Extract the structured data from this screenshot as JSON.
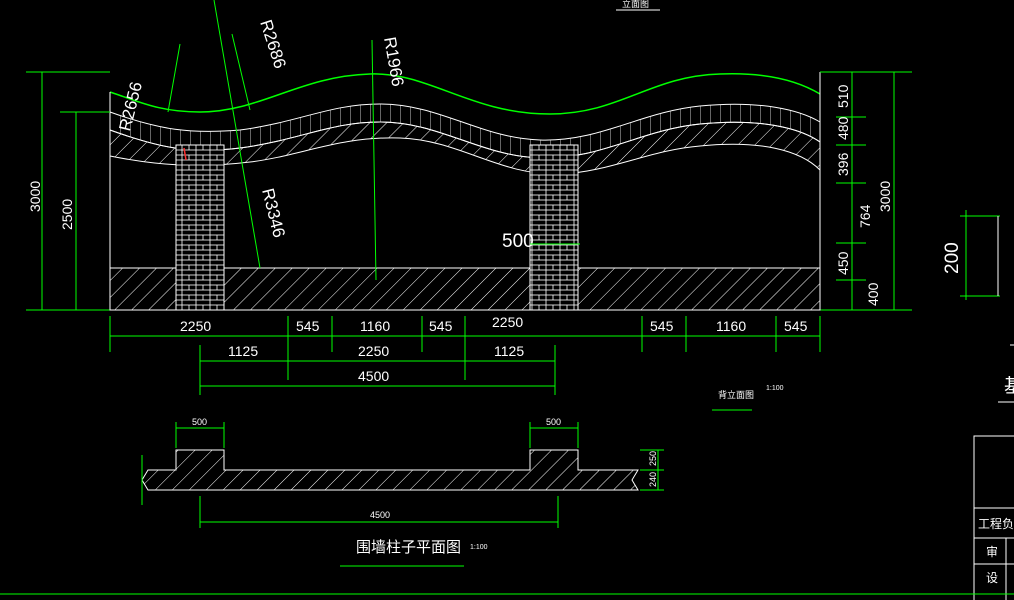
{
  "drawing": {
    "top_title": "立面图",
    "elevation": {
      "title": "背立面图",
      "scale": "1:100",
      "radii": [
        "R2656",
        "R2686",
        "R1966",
        "R3346"
      ],
      "pillar_width": "500",
      "height_left_outer": "3000",
      "height_left_inner": "2500",
      "height_right_total": "3000",
      "right_segments": [
        "510",
        "480",
        "396",
        "764",
        "450",
        "400"
      ],
      "dims_row1": [
        "2250",
        "545",
        "1160",
        "545",
        "2250",
        "545",
        "1160",
        "545"
      ],
      "dims_row2": [
        "1125",
        "2250",
        "1125"
      ],
      "dims_row3": [
        "4500"
      ]
    },
    "plan": {
      "title": "围墙柱子平面图",
      "scale": "1:100",
      "pillar_left": "500",
      "pillar_right": "500",
      "height_top": "250",
      "height_bottom": "240",
      "span": "4500"
    },
    "side_detail": {
      "dim": "200",
      "partial_label": "基"
    },
    "title_block": {
      "row1": "工程负责",
      "row2": "审",
      "row3": "设"
    }
  },
  "colors": {
    "background": "#000000",
    "dimension_lines": "#00ff00",
    "outlines": "#ffffff",
    "accent_marker": "#ff3030"
  }
}
